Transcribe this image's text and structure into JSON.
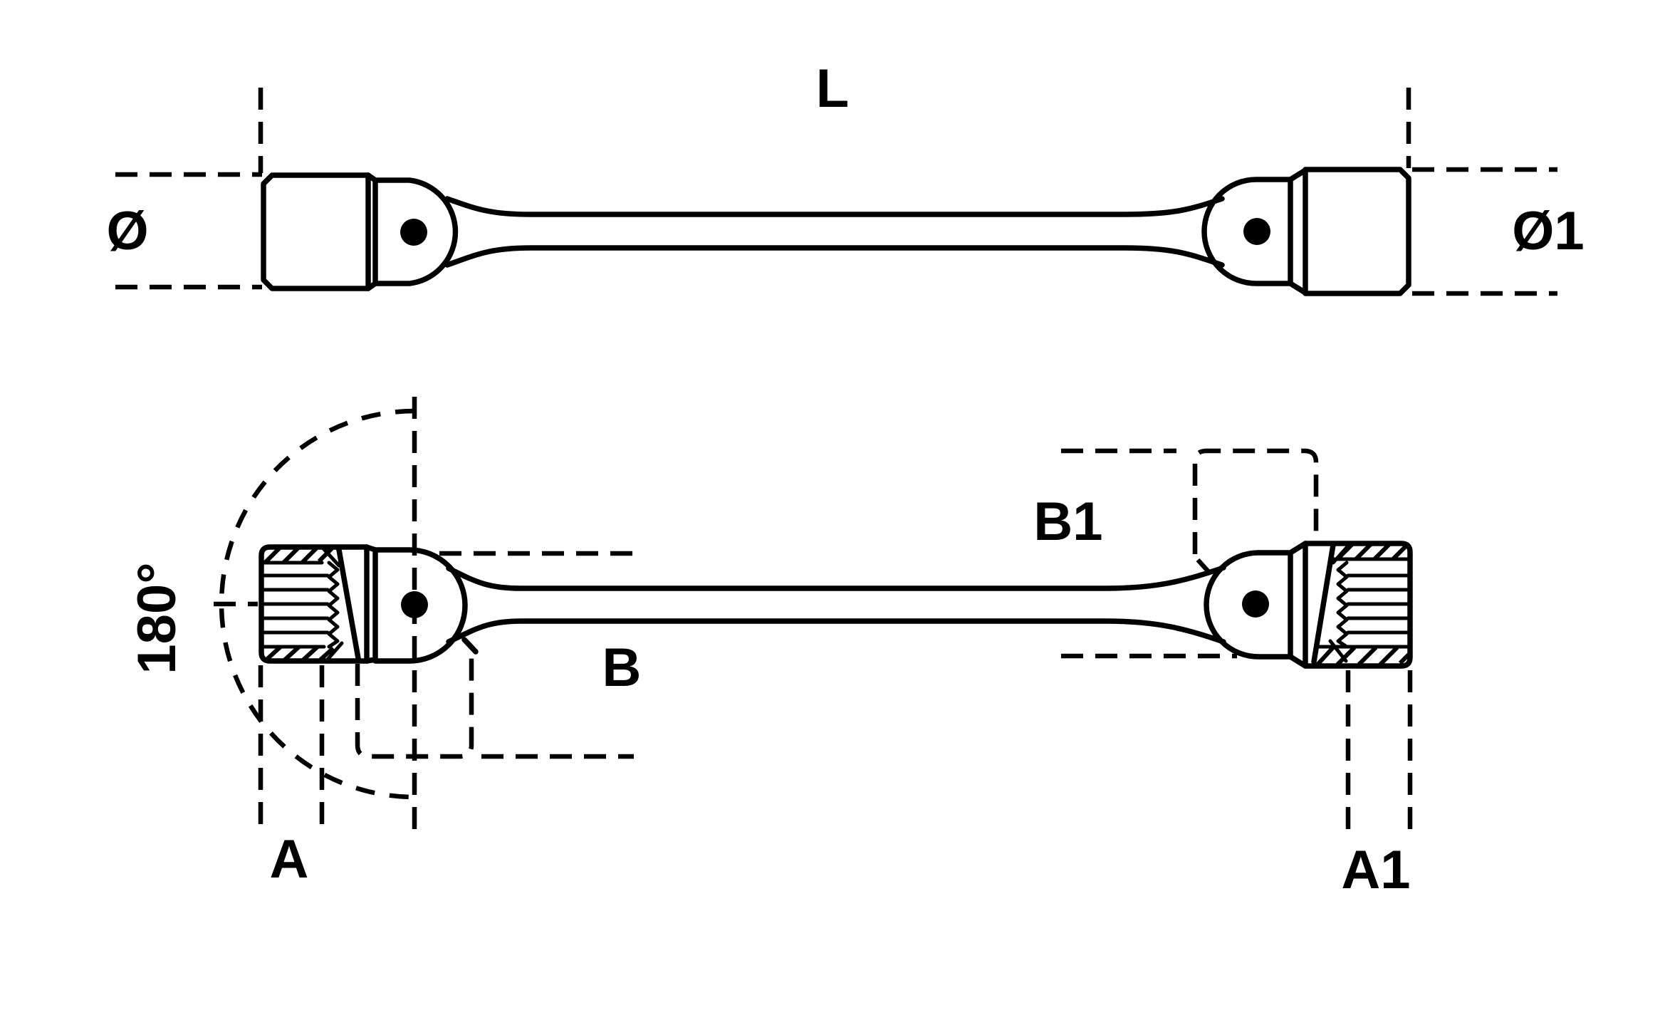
{
  "drawing": {
    "type": "technical-drawing",
    "subject": "double-ended swivel socket wrench, two orthographic views",
    "colors": {
      "line": "#000000",
      "background": "#ffffff"
    },
    "labels": {
      "length": "L",
      "diameter_left": "Ø",
      "diameter_right": "Ø1",
      "swivel_angle": "180°",
      "socket_width_left": "A",
      "joint_depth_left": "B",
      "joint_depth_right": "B1",
      "socket_width_right": "A1"
    }
  }
}
